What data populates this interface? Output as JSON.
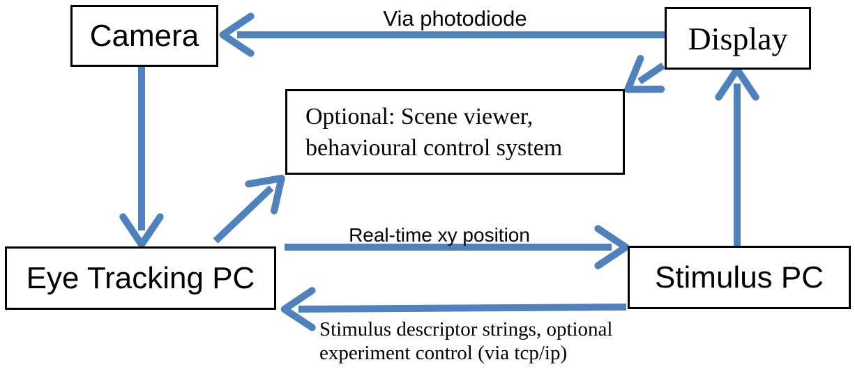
{
  "diagram": {
    "background_color": "#FFFFFF",
    "box_border_color": "#000000",
    "arrow_color": "#4F81BD",
    "nodes": {
      "camera": {
        "label": "Camera"
      },
      "display": {
        "label": "Display"
      },
      "optional_system": {
        "label_line1": "Optional: Scene viewer,",
        "label_line2": "behavioural control system"
      },
      "eye_tracking_pc": {
        "label": "Eye Tracking PC"
      },
      "stimulus_pc": {
        "label": "Stimulus PC"
      }
    },
    "edges": [
      {
        "from": "display",
        "to": "camera",
        "label": "Via photodiode"
      },
      {
        "from": "camera",
        "to": "eye_tracking_pc",
        "label": ""
      },
      {
        "from": "eye_tracking_pc",
        "to": "optional_system",
        "label": ""
      },
      {
        "from": "display",
        "to": "optional_system",
        "label": ""
      },
      {
        "from": "eye_tracking_pc",
        "to": "stimulus_pc",
        "label": "Real-time xy position"
      },
      {
        "from": "stimulus_pc",
        "to": "eye_tracking_pc",
        "label_line1": "Stimulus descriptor strings, optional",
        "label_line2": "experiment control (via tcp/ip)"
      },
      {
        "from": "stimulus_pc",
        "to": "display",
        "label": ""
      }
    ]
  }
}
